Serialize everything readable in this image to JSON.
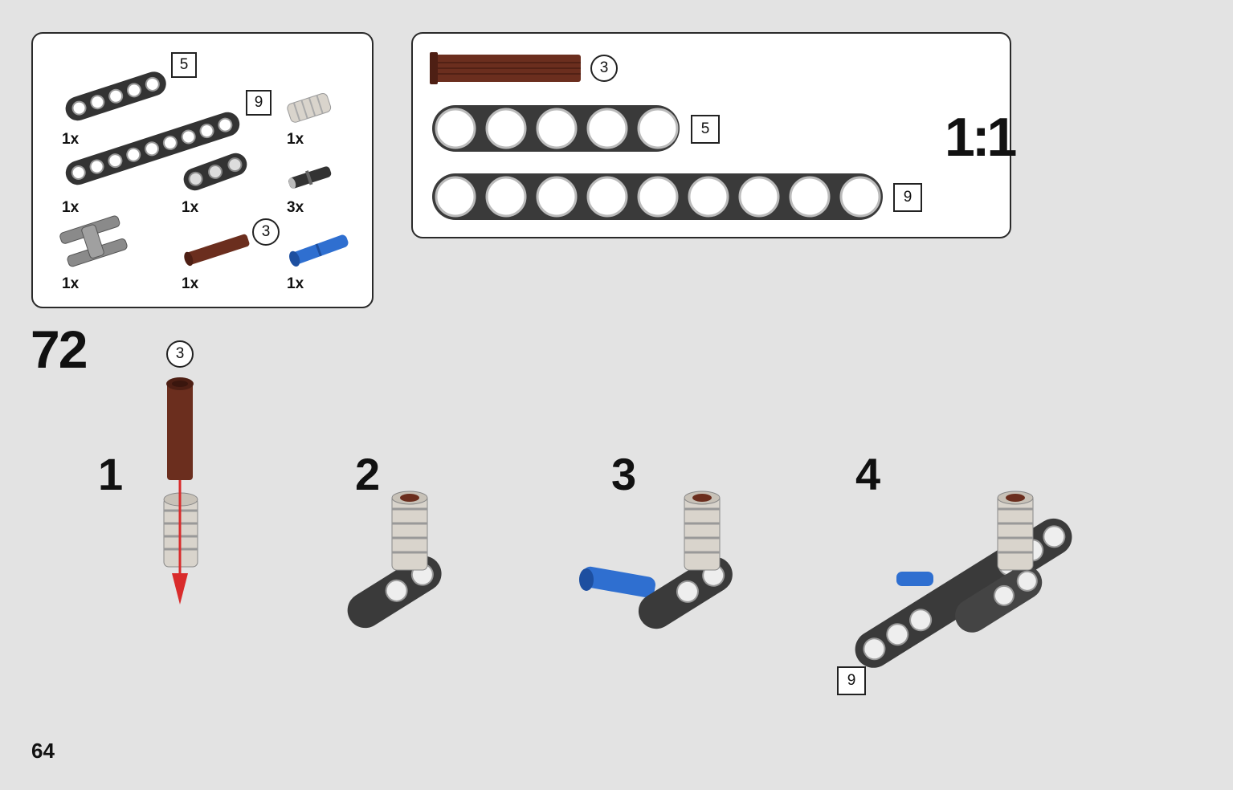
{
  "parts_list": {
    "items": [
      {
        "part": "beam-5",
        "icon": "technic-beam-5-icon",
        "qty": "1x",
        "length_label": "5"
      },
      {
        "part": "beam-9",
        "icon": "technic-beam-9-icon",
        "qty": "1x",
        "length_label": "9"
      },
      {
        "part": "bush",
        "icon": "light-grey-bush-icon",
        "qty": "1x"
      },
      {
        "part": "beam-3-cross",
        "icon": "beam-3-with-cross-hole-icon",
        "qty": "1x"
      },
      {
        "part": "pin",
        "icon": "black-pin-icon",
        "qty": "3x"
      },
      {
        "part": "connector",
        "icon": "double-pin-connector-icon",
        "qty": "1x"
      },
      {
        "part": "axle",
        "icon": "brown-axle-3-icon",
        "qty": "1x",
        "length_label": "3"
      },
      {
        "part": "axle-pin",
        "icon": "blue-axle-pin-icon",
        "qty": "1x"
      }
    ]
  },
  "scale_panel": {
    "axle_label": "3",
    "beam5_label": "5",
    "beam9_label": "9",
    "scale_text": "1:1"
  },
  "step": {
    "number": "72",
    "callout_axle_label": "3",
    "substeps": [
      "1",
      "2",
      "3",
      "4"
    ],
    "substep4_beam_label": "9"
  },
  "colors": {
    "background": "#e3e3e3",
    "beam": "#3a3a3a",
    "axle_brown": "#6b2e1e",
    "blue_pin": "#2f6fd0",
    "arrow_red": "#d92b2b"
  },
  "page_number": "64"
}
